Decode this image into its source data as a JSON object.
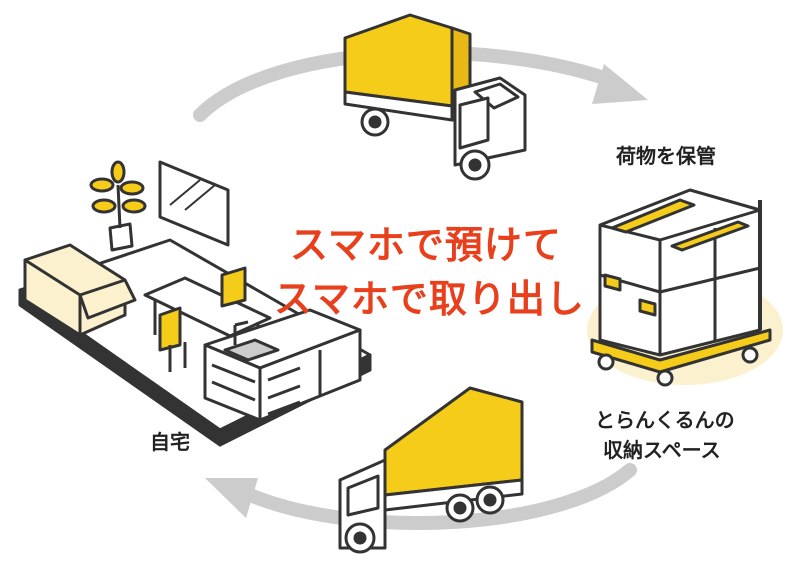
{
  "headline": {
    "line1": "スマホで預けて",
    "line2": "スマホで取り出し"
  },
  "labels": {
    "storage": "荷物を保管",
    "space_line1": "とらんくるんの",
    "space_line2": "収納スペース",
    "home": "自宅"
  },
  "colors": {
    "accent": "#e8401c",
    "yellow": "#f6cc1b",
    "arrow": "#cccccc",
    "outline": "#333333",
    "cream": "#fbf1cf"
  }
}
